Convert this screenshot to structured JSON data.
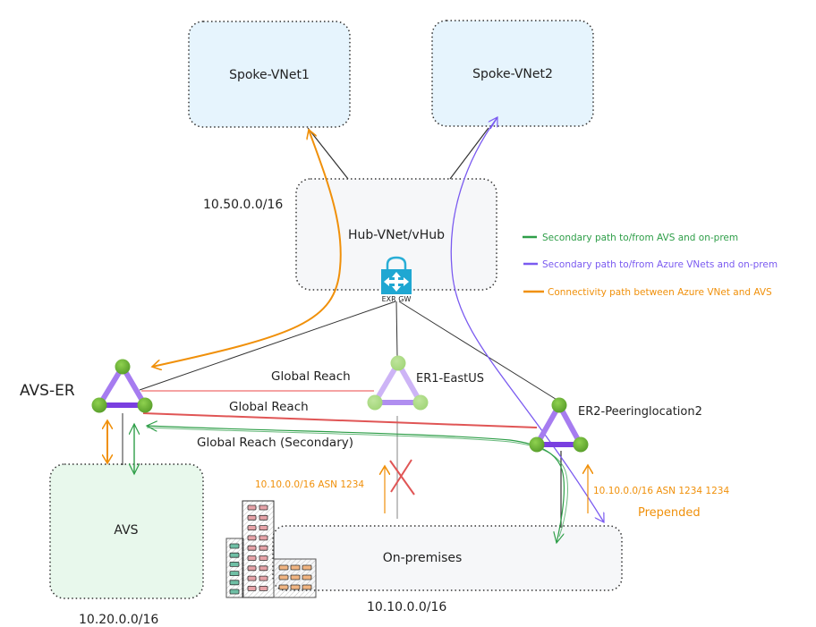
{
  "boxes": {
    "spoke1": {
      "label": "Spoke-VNet1"
    },
    "spoke2": {
      "label": "Spoke-VNet2"
    },
    "hub": {
      "label": "Hub-VNet/vHub",
      "cidr": "10.50.0.0/16"
    },
    "avs": {
      "label": "AVS",
      "cidr": "10.20.0.0/16"
    },
    "onprem": {
      "label": "On-premises",
      "cidr": "10.10.0.0/16"
    }
  },
  "gateway": {
    "label": "EXR GW",
    "icon": "expressroute-gateway-icon"
  },
  "circuits": {
    "avs_er": {
      "label": "AVS-ER",
      "icon": "expressroute-circuit-icon"
    },
    "er1": {
      "label": "ER1-EastUS",
      "icon": "expressroute-circuit-icon"
    },
    "er2": {
      "label": "ER2-Peeringlocation2",
      "icon": "expressroute-circuit-icon"
    }
  },
  "links": {
    "global_reach_er1": "Global Reach",
    "global_reach_er2": "Global Reach",
    "global_reach_secondary": "Global Reach (Secondary)"
  },
  "routes": {
    "er1_advert": "10.10.0.0/16 ASN 1234",
    "er2_advert": "10.10.0.0/16 ASN 1234 1234",
    "er2_note": "Prepended",
    "er1_blocked_icon": "x-mark-icon"
  },
  "legend": [
    {
      "label": "Secondary path to/from AVS and on-prem",
      "color": "#2e9e48"
    },
    {
      "label": "Secondary path to/from Azure VNets and on-prem",
      "color": "#7a5af0"
    },
    {
      "label": "Connectivity path between Azure VNet and AVS",
      "color": "#f0900a"
    }
  ],
  "colors": {
    "spoke_fill": "#e6f4fd",
    "hub_fill": "#f6f7f9",
    "avs_fill": "#e8f8ec",
    "onprem_fill": "#f6f7f9",
    "global_reach_light": "#f5a3a3",
    "global_reach": "#e05555",
    "orange": "#f0900a",
    "purple": "#7a5af0",
    "green": "#2e9e48"
  }
}
